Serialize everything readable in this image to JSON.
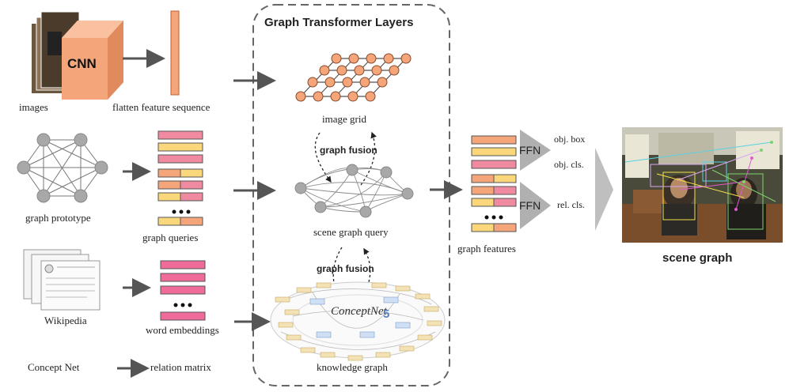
{
  "panel_title": "Graph Transformer Layers",
  "inputs": {
    "cnn_label": "CNN",
    "images": "images",
    "flatten": "flatten feature sequence",
    "graph_prototype": "graph prototype",
    "graph_queries": "graph queries",
    "wikipedia": "Wikipedia",
    "word_embeddings": "word embeddings",
    "concept_net": "Concept Net",
    "relation_matrix": "relation matrix"
  },
  "layers": {
    "image_grid": "image grid",
    "graph_fusion_top": "graph fusion",
    "scene_graph_query": "scene graph query",
    "graph_fusion_bottom": "graph fusion",
    "concept_net_logo": "ConceptNet",
    "concept_net_version": "5",
    "knowledge_graph": "knowledge graph"
  },
  "outputs": {
    "ffn_top": "FFN",
    "ffn_bottom": "FFN",
    "obj_box": "obj. box",
    "obj_cls": "obj. cls.",
    "rel_cls": "rel. cls.",
    "graph_features": "graph features",
    "scene_graph": "scene graph"
  },
  "colors": {
    "orange": "#f4a57a",
    "yellow": "#f9d77a",
    "pink": "#f08aa0",
    "hot_pink": "#f06a9a",
    "node": "#f4a57a",
    "gray_node": "#a8a8a8",
    "arrow": "#555555"
  }
}
